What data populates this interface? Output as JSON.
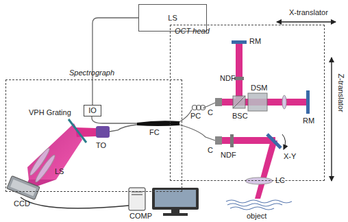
{
  "diagram": {
    "nodes": [
      {
        "text": [
          "LS"
        ]
      },
      {
        "text": [
          "Spectrograph"
        ]
      },
      {
        "text": [
          "IO"
        ],
        "in": 1
      },
      {
        "text": [
          "OCT head"
        ]
      }
    ],
    "edges": [
      {
        "from": 0,
        "to": 2,
        "arrow": "none"
      }
    ],
    "labels": [
      "VPH Grating",
      "TO",
      "LS",
      "CCD",
      "FC",
      "PC",
      "C",
      "NDF",
      "BSC",
      "DSM",
      "RM",
      "RM",
      "C",
      "NDF",
      "X-Y",
      "LC",
      "object",
      "X-translator",
      "Z-translator",
      "COMP"
    ]
  }
}
